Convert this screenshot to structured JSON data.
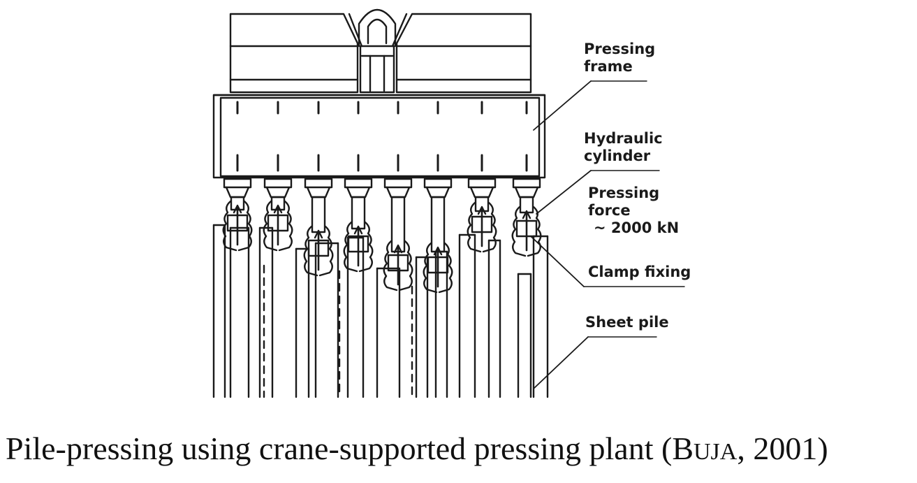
{
  "labels": {
    "pressing_frame": [
      "Pressing",
      "frame"
    ],
    "hydraulic_cylinder": [
      "Hydraulic",
      "cylinder"
    ],
    "pressing_force": [
      "Pressing",
      "force",
      "~ 2000 kN"
    ],
    "clamp_fixing": "Clamp fixing",
    "sheet_pile": "Sheet pile"
  },
  "caption": {
    "before": "Pile-pressing using crane-supported pressing plant (",
    "author_initial": "B",
    "author_rest": "UJA",
    "after": ", 2001)"
  }
}
